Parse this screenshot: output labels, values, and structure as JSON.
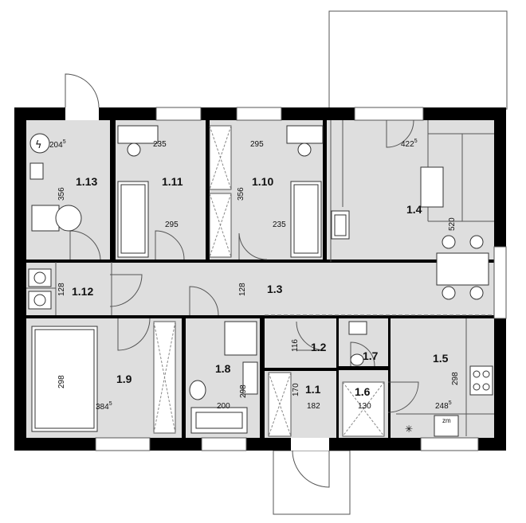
{
  "rooms": [
    {
      "id": "1.13",
      "label": "1.13"
    },
    {
      "id": "1.11",
      "label": "1.11"
    },
    {
      "id": "1.10",
      "label": "1.10"
    },
    {
      "id": "1.4",
      "label": "1.4"
    },
    {
      "id": "1.12",
      "label": "1.12"
    },
    {
      "id": "1.3",
      "label": "1.3"
    },
    {
      "id": "1.9",
      "label": "1.9"
    },
    {
      "id": "1.8",
      "label": "1.8"
    },
    {
      "id": "1.2",
      "label": "1.2"
    },
    {
      "id": "1.7",
      "label": "1.7"
    },
    {
      "id": "1.5",
      "label": "1.5"
    },
    {
      "id": "1.1",
      "label": "1.1"
    },
    {
      "id": "1.6",
      "label": "1.6"
    }
  ],
  "dimensions": [
    {
      "id": "d-204",
      "text": "204",
      "sup": "5"
    },
    {
      "id": "d-235a",
      "text": "235",
      "sup": ""
    },
    {
      "id": "d-295a",
      "text": "295",
      "sup": ""
    },
    {
      "id": "d-422",
      "text": "422",
      "sup": "5"
    },
    {
      "id": "d-356a",
      "text": "356",
      "sup": ""
    },
    {
      "id": "d-356b",
      "text": "356",
      "sup": ""
    },
    {
      "id": "d-295b",
      "text": "295",
      "sup": ""
    },
    {
      "id": "d-235b",
      "text": "235",
      "sup": ""
    },
    {
      "id": "d-520",
      "text": "520",
      "sup": ""
    },
    {
      "id": "d-128a",
      "text": "128",
      "sup": ""
    },
    {
      "id": "d-128b",
      "text": "128",
      "sup": ""
    },
    {
      "id": "d-116",
      "text": "116",
      "sup": ""
    },
    {
      "id": "d-298a",
      "text": "298",
      "sup": ""
    },
    {
      "id": "d-384",
      "text": "384",
      "sup": "5"
    },
    {
      "id": "d-298b",
      "text": "298",
      "sup": ""
    },
    {
      "id": "d-200",
      "text": "200",
      "sup": ""
    },
    {
      "id": "d-170",
      "text": "170",
      "sup": ""
    },
    {
      "id": "d-182",
      "text": "182",
      "sup": ""
    },
    {
      "id": "d-130",
      "text": "130",
      "sup": ""
    },
    {
      "id": "d-298c",
      "text": "298",
      "sup": ""
    },
    {
      "id": "d-248",
      "text": "248",
      "sup": "5"
    }
  ],
  "fixture_labels": {
    "fridge": "zm"
  },
  "colors": {
    "wall": "#000000",
    "floor": "#dedede",
    "line": "#555555"
  }
}
